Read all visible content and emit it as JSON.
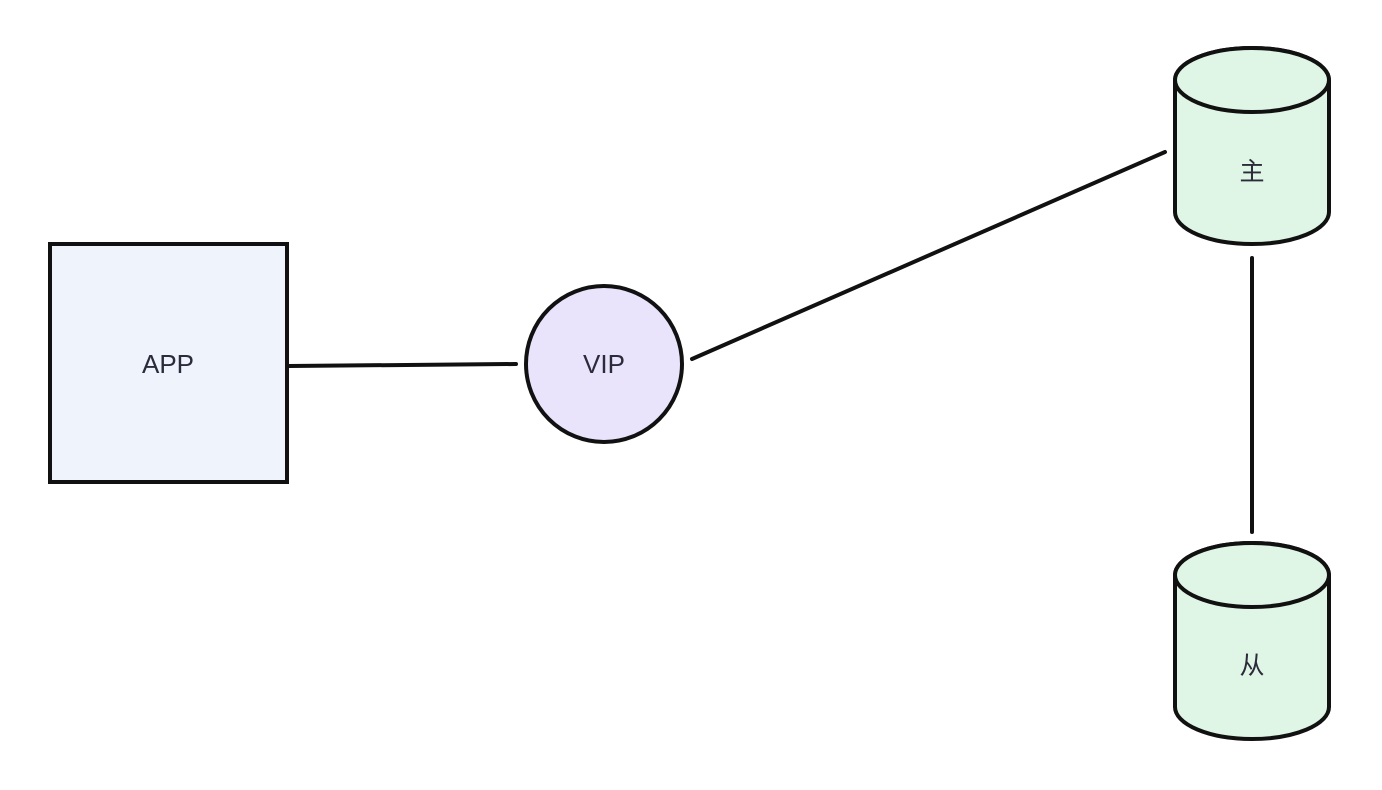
{
  "nodes": {
    "app": {
      "label": "APP",
      "fill": "#eef3fc"
    },
    "vip": {
      "label": "VIP",
      "fill": "#e9e3fc"
    },
    "master": {
      "label": "主",
      "fill": "#dff5e5"
    },
    "slave": {
      "label": "从",
      "fill": "#dff5e5"
    }
  },
  "stroke_color": "#111111"
}
